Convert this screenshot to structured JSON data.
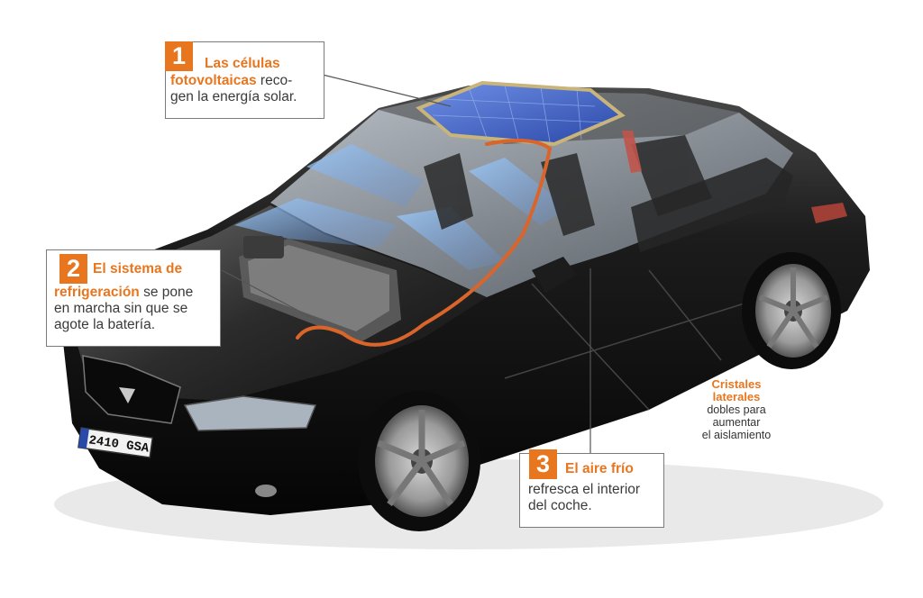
{
  "callouts": [
    {
      "number": "1",
      "line1": {
        "highlight": "Las células"
      },
      "line2": {
        "highlight": "fotovoltaicas",
        "text": " reco-"
      },
      "line3": {
        "text": "gen la energía solar."
      }
    },
    {
      "number": "2",
      "line1": {
        "highlight": "El sistema de"
      },
      "line2": {
        "highlight": "refrigeración",
        "text": " se pone"
      },
      "line3": {
        "text": "en marcha sin que se"
      },
      "line4": {
        "text": "agote la batería."
      }
    },
    {
      "number": "3",
      "line1": {
        "highlight": "El aire frío"
      },
      "line2": {
        "text": "refresca el interior"
      },
      "line3": {
        "text": "del coche."
      }
    }
  ],
  "side_note": {
    "title_line1": "Cristales",
    "title_line2": "laterales",
    "body_line1": "dobles para",
    "body_line2": "aumentar",
    "body_line3": "el aislamiento"
  },
  "license_plate": "2410 GSA",
  "colors": {
    "accent": "#e8761f",
    "car_body": "#161616",
    "solar_panel": "#3f63c8",
    "cooling_pipe": "#d9652a",
    "cold_air": "#7fb2e8"
  }
}
